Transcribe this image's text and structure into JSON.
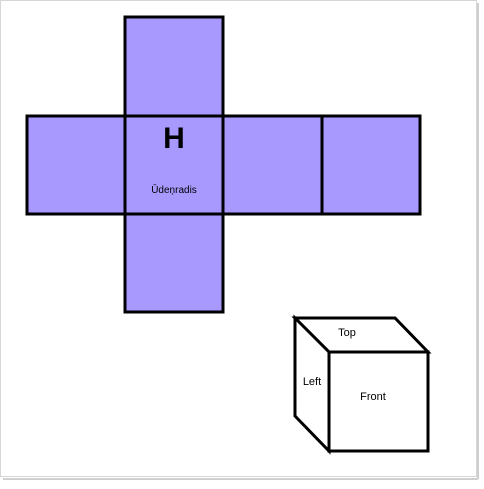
{
  "net": {
    "face_color": "#a899ff",
    "stroke_color": "#000000",
    "center_face": {
      "symbol": "H",
      "name": "Ūdeņradis"
    }
  },
  "cube": {
    "top_label": "Top",
    "left_label": "Left",
    "front_label": "Front"
  }
}
